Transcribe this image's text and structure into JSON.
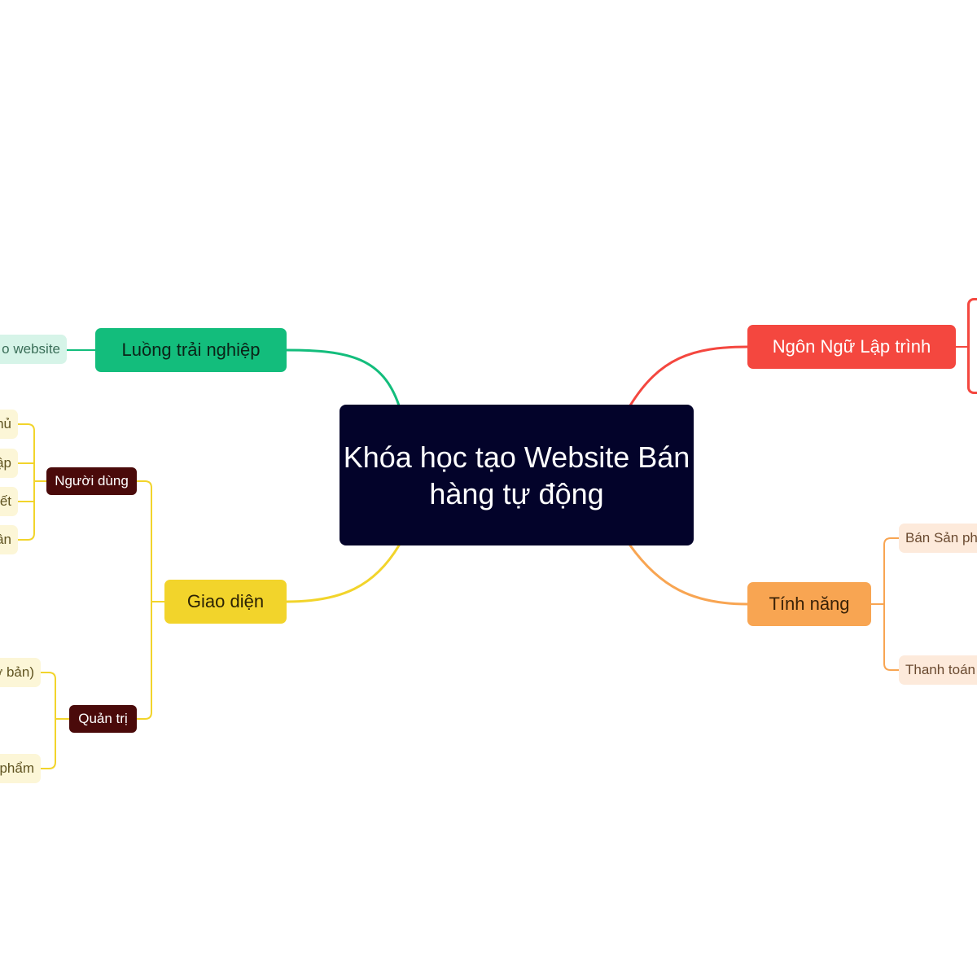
{
  "colors": {
    "center": "#03032a",
    "green": "#13bd7c",
    "red": "#f4473f",
    "orange": "#f8a552",
    "yellow": "#f2d42b",
    "maroon": "#4a0a0a"
  },
  "center": {
    "label": "Khóa học tạo Website Bán hàng tự động"
  },
  "branches": {
    "experience": {
      "label": "Luồng trải nghiệp",
      "children": [
        {
          "label": "o website"
        }
      ]
    },
    "language": {
      "label": "Ngôn Ngữ Lập trình"
    },
    "features": {
      "label": "Tính năng",
      "children": [
        {
          "label": "Bán Sản ph"
        },
        {
          "label": "Thanh toán"
        }
      ]
    },
    "interface": {
      "label": "Giao diện",
      "children": [
        {
          "label": "Người dùng",
          "children": [
            {
              "label": "hủ"
            },
            {
              "label": "ập"
            },
            {
              "label": "ết"
            },
            {
              "label": "ân"
            }
          ]
        },
        {
          "label": "Quản trị",
          "children": [
            {
              "label": "ơ bản)"
            },
            {
              "label": "phẩm"
            }
          ]
        }
      ]
    }
  }
}
